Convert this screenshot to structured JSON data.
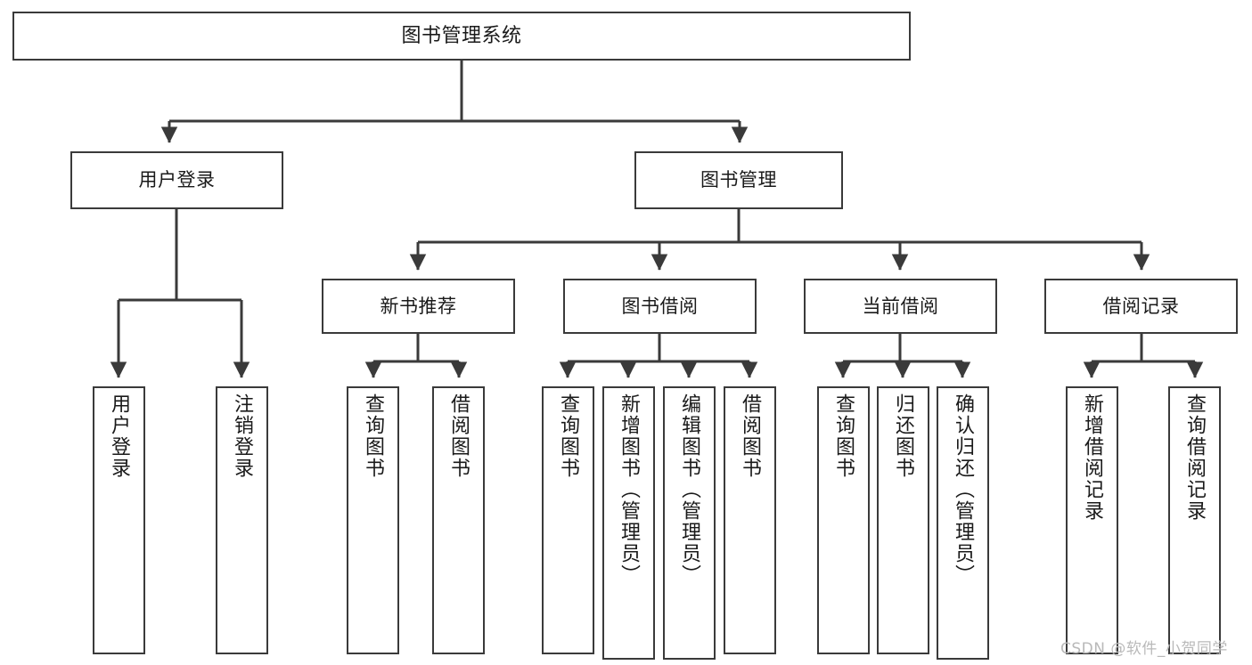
{
  "diagram": {
    "title": "图书管理系统",
    "type": "tree-hierarchy-chart",
    "watermark": "CSDN @软件_小贺同学",
    "colors": {
      "box_border": "#3a3a3a",
      "box_fill": "#ffffff",
      "edge": "#3a3a3a",
      "text": "#1a1a1a",
      "watermark": "#b9b9b9"
    },
    "levels": {
      "root": {
        "label": "图书管理系统"
      },
      "level2": [
        {
          "id": "user-login",
          "label": "用户登录"
        },
        {
          "id": "book-management",
          "label": "图书管理"
        }
      ],
      "level3": [
        {
          "id": "new-book-recommend",
          "label": "新书推荐"
        },
        {
          "id": "book-borrow",
          "label": "图书借阅"
        },
        {
          "id": "current-borrow",
          "label": "当前借阅"
        },
        {
          "id": "borrow-record",
          "label": "借阅记录"
        }
      ],
      "leaves": {
        "user_login": [
          {
            "id": "leaf-user-login",
            "label": "用户登录"
          },
          {
            "id": "leaf-logout-login",
            "label": "注销登录"
          }
        ],
        "new_book_recommend": [
          {
            "id": "leaf-query-book-1",
            "label": "查询图书"
          },
          {
            "id": "leaf-borrow-book-1",
            "label": "借阅图书"
          }
        ],
        "book_borrow": [
          {
            "id": "leaf-query-book-2",
            "label": "查询图书"
          },
          {
            "id": "leaf-add-book",
            "label": "新增图书（管理员）"
          },
          {
            "id": "leaf-edit-book",
            "label": "编辑图书（管理员）"
          },
          {
            "id": "leaf-borrow-book-2",
            "label": "借阅图书"
          }
        ],
        "current_borrow": [
          {
            "id": "leaf-query-book-3",
            "label": "查询图书"
          },
          {
            "id": "leaf-return-book",
            "label": "归还图书"
          },
          {
            "id": "leaf-confirm-return",
            "label": "确认归还（管理员）"
          }
        ],
        "borrow_record": [
          {
            "id": "leaf-add-record",
            "label": "新增借阅记录"
          },
          {
            "id": "leaf-query-record",
            "label": "查询借阅记录"
          }
        ]
      }
    }
  }
}
